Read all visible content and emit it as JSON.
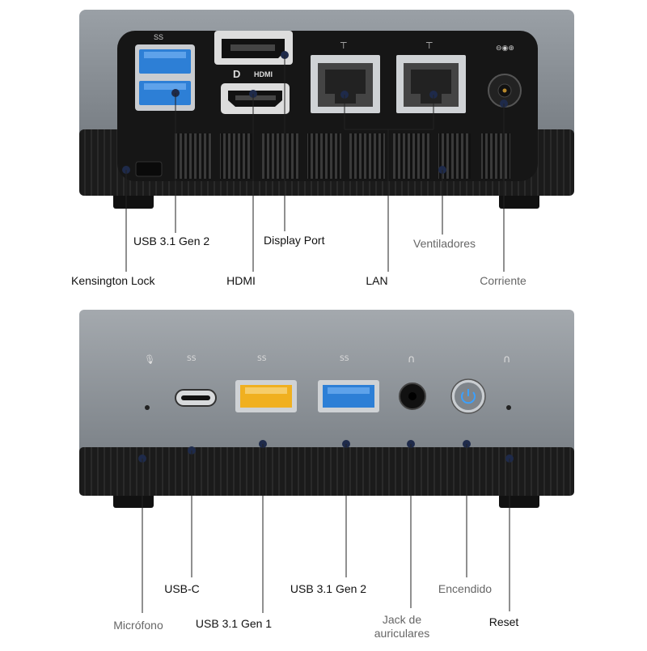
{
  "figure": {
    "rear_view": {
      "labels": {
        "usb": "USB 3.1 Gen 2",
        "display_port": "Display Port",
        "fans": "Ventiladores",
        "kensington": "Kensington Lock",
        "hdmi": "HDMI",
        "lan": "LAN",
        "power": "Corriente"
      },
      "port_marks": {
        "usb_logo": "SS",
        "hdmi_logo": "HDMI",
        "dp_logo": "D"
      }
    },
    "front_view": {
      "labels": {
        "usb_c": "USB-C",
        "usb_gen2": "USB 3.1 Gen 2",
        "power_button": "Encendido",
        "microphone": "Micrófono",
        "usb_gen1": "USB 3.1 Gen 1",
        "headphone_jack": "Jack de auriculares",
        "reset": "Reset"
      },
      "port_marks": {
        "usb_logo": "SS"
      }
    },
    "colors": {
      "body_gray": "#8a9097",
      "panel_black": "#1a1a1a",
      "usb_blue": "#2d7fd6",
      "usb_yellow": "#f0b020",
      "power_led": "#3aa0ff",
      "label_muted": "#666666"
    }
  }
}
